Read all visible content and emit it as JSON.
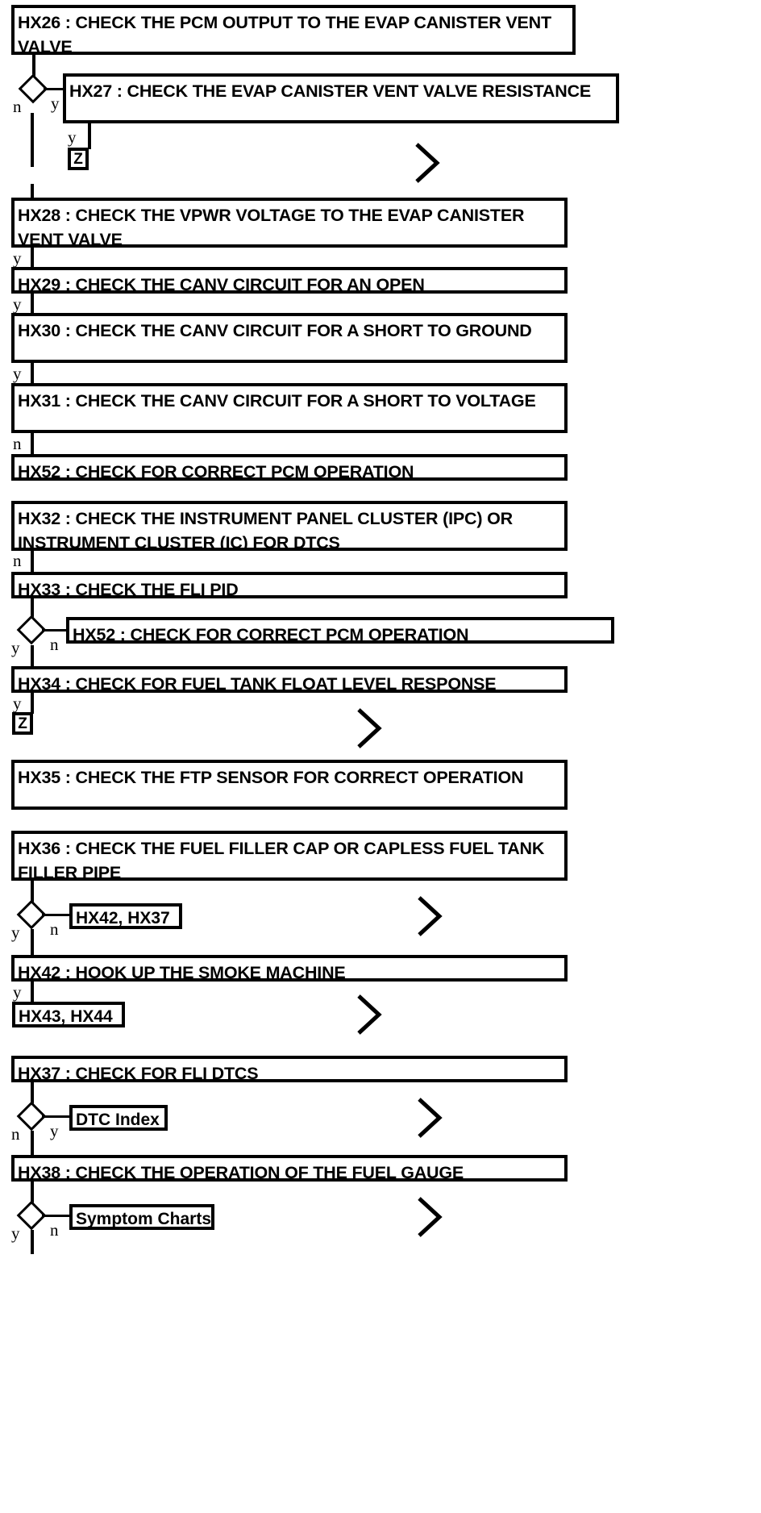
{
  "diagram": {
    "type": "flowchart",
    "title": "EVAP / Fuel Level Diagnostic Flow (HX26 - HX38)",
    "background_color": "#ffffff",
    "line_color": "#000000",
    "steps": [
      {
        "id": "HX26",
        "label": "HX26 : CHECK THE PCM OUTPUT TO THE EVAP CANISTER VENT VALVE"
      },
      {
        "id": "HX27",
        "label": "HX27 : CHECK THE EVAP CANISTER VENT VALVE RESISTANCE"
      },
      {
        "id": "HX28",
        "label": "HX28 : CHECK THE VPWR VOLTAGE TO THE EVAP CANISTER VENT VALVE"
      },
      {
        "id": "HX29",
        "label": "HX29 : CHECK THE CANV CIRCUIT FOR AN OPEN"
      },
      {
        "id": "HX30",
        "label": "HX30 : CHECK THE CANV CIRCUIT FOR A SHORT TO GROUND"
      },
      {
        "id": "HX31",
        "label": "HX31 : CHECK THE CANV CIRCUIT FOR A SHORT TO VOLTAGE"
      },
      {
        "id": "HX52a",
        "label": "HX52 : CHECK FOR CORRECT PCM OPERATION"
      },
      {
        "id": "HX32",
        "label": "HX32 : CHECK THE INSTRUMENT PANEL CLUSTER (IPC) OR INSTRUMENT CLUSTER (IC) FOR DTCS"
      },
      {
        "id": "HX33",
        "label": "HX33 : CHECK THE FLI PID"
      },
      {
        "id": "HX52b",
        "label": "HX52 : CHECK FOR CORRECT PCM OPERATION"
      },
      {
        "id": "HX34",
        "label": "HX34 : CHECK FOR FUEL TANK FLOAT LEVEL RESPONSE"
      },
      {
        "id": "HX35",
        "label": "HX35 : CHECK THE FTP SENSOR FOR CORRECT OPERATION"
      },
      {
        "id": "HX36",
        "label": "HX36 : CHECK THE FUEL FILLER CAP OR CAPLESS FUEL TANK FILLER PIPE"
      },
      {
        "id": "HX42",
        "label": "HX42 : HOOK UP THE SMOKE MACHINE"
      },
      {
        "id": "HX37",
        "label": "HX37 : CHECK FOR FLI DTCS"
      },
      {
        "id": "HX38",
        "label": "HX38 : CHECK THE OPERATION OF THE FUEL GAUGE"
      }
    ],
    "references": [
      {
        "id": "ref-z-1",
        "label": "Z"
      },
      {
        "id": "ref-z-2",
        "label": "Z"
      },
      {
        "id": "ref-hx42-hx37",
        "label": "HX42, HX37"
      },
      {
        "id": "ref-hx43-hx44",
        "label": "HX43, HX44"
      },
      {
        "id": "ref-dtc-index",
        "label": "DTC Index"
      },
      {
        "id": "ref-symptom-charts",
        "label": "Symptom Charts"
      }
    ],
    "branch_labels": {
      "yes": "y",
      "no": "n"
    },
    "edges": [
      {
        "from": "HX26",
        "to": "HX27",
        "label": "y"
      },
      {
        "from": "HX26",
        "to": "HX28",
        "label": "n"
      },
      {
        "from": "HX27",
        "to": "ref-z-1",
        "label": "y"
      },
      {
        "from": "HX28",
        "to": "HX29",
        "label": "y"
      },
      {
        "from": "HX29",
        "to": "HX30",
        "label": "y"
      },
      {
        "from": "HX30",
        "to": "HX31",
        "label": "y"
      },
      {
        "from": "HX31",
        "to": "HX52a",
        "label": "n"
      },
      {
        "from": "HX32",
        "to": "HX33",
        "label": "n"
      },
      {
        "from": "HX33",
        "to": "HX52b",
        "label": "n"
      },
      {
        "from": "HX33",
        "to": "HX34",
        "label": "y"
      },
      {
        "from": "HX34",
        "to": "ref-z-2",
        "label": "y"
      },
      {
        "from": "HX36",
        "to": "ref-hx42-hx37",
        "label": "n"
      },
      {
        "from": "HX36",
        "to": "HX42",
        "label": "y"
      },
      {
        "from": "HX42",
        "to": "ref-hx43-hx44",
        "label": "y"
      },
      {
        "from": "HX37",
        "to": "ref-dtc-index",
        "label": "y"
      },
      {
        "from": "HX37",
        "to": "HX38",
        "label": "n"
      },
      {
        "from": "HX38",
        "to": "ref-symptom-charts",
        "label": "n"
      }
    ]
  }
}
